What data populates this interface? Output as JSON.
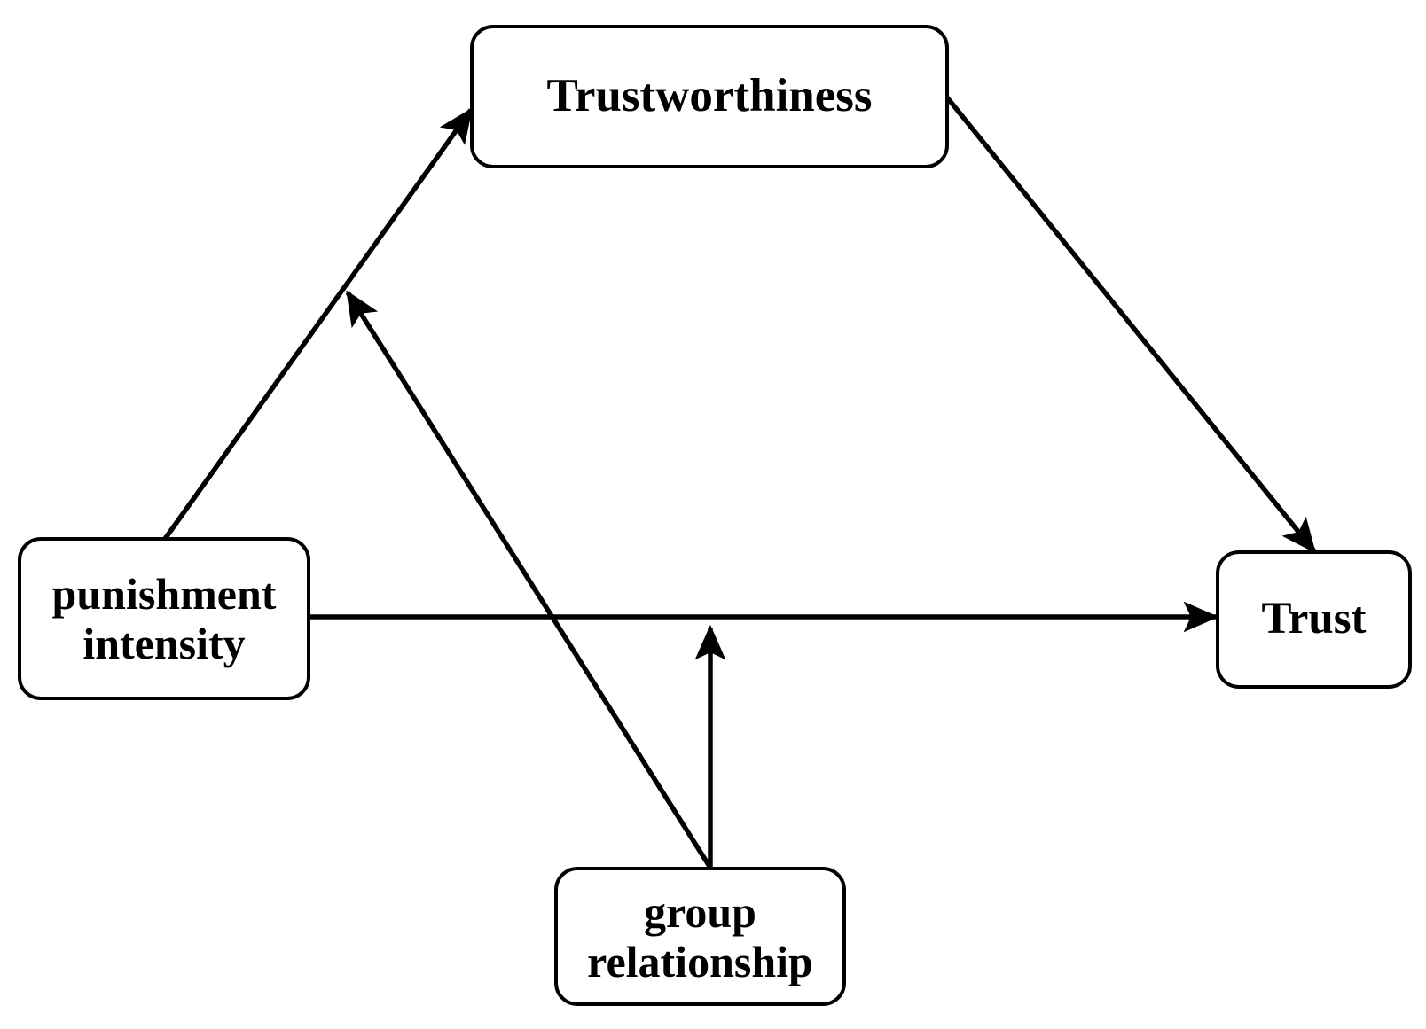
{
  "diagram": {
    "title": "punishment intensity and group relationship effects on trust",
    "background_color": "#ffffff",
    "line_color": "#000000",
    "nodes": [
      {
        "id": "trustworthiness",
        "label": "Trustworthiness"
      },
      {
        "id": "punishment",
        "label": "punishment\nintensity"
      },
      {
        "id": "trust",
        "label": "Trust"
      },
      {
        "id": "group",
        "label": "group\nrelationship"
      }
    ],
    "edges": [
      {
        "id": "punishment-to-trustworthiness",
        "from": "punishment",
        "to": "trustworthiness",
        "arrow": "single"
      },
      {
        "id": "trustworthiness-to-trust",
        "from": "trustworthiness",
        "to": "trust",
        "arrow": "single"
      },
      {
        "id": "punishment-to-trust",
        "from": "punishment",
        "to": "trust",
        "arrow": "single"
      },
      {
        "id": "group-to-punishment-trustworthiness-path",
        "from": "group",
        "to": "punishment-to-trustworthiness",
        "arrow": "single"
      },
      {
        "id": "group-to-punishment-trust-path",
        "from": "group",
        "to": "punishment-to-trust",
        "arrow": "single"
      }
    ]
  }
}
